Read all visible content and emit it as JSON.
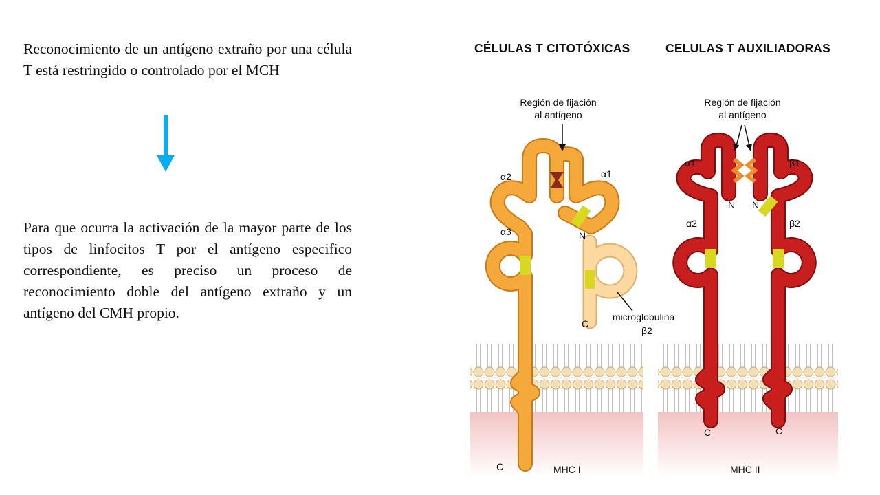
{
  "slide": {
    "paragraph_1": "Reconocimiento de un antígeno extraño por una célula T está restringido o controlado por el MCH",
    "paragraph_2": "Para que ocurra la activación de la mayor parte de los tipos de linfocitos T por el antígeno especifico correspondiente, es preciso un proceso de reconocimiento doble del antígeno extraño y un antígeno del CMH propio.",
    "title_left": "CÉLULAS T CITOTÓXICAS",
    "title_right": "CELULAS T AUXILIADORAS"
  },
  "figure": {
    "binding_region_left": [
      "Región de fijación",
      "al antígeno"
    ],
    "binding_region_right": [
      "Región de fijación",
      "al antígeno"
    ],
    "mhc1": {
      "alpha1": "α1",
      "alpha2": "α2",
      "alpha3": "α3",
      "n_label": "N",
      "c_label_chain": "C",
      "c_label_micro": "C",
      "microglobulin": "microglobulina",
      "beta2": "β2",
      "caption": "MHC I"
    },
    "mhc2": {
      "alpha1": "α1",
      "alpha2": "α2",
      "beta1": "β1",
      "beta2": "β2",
      "n_left": "N",
      "n_right": "N",
      "c_left": "C",
      "c_right": "C",
      "caption": "MHC II"
    }
  },
  "colors": {
    "arrow": "#00b0f0",
    "mhc1_chain": "#f5a93a",
    "mhc1_edge": "#c97a16",
    "microglobulin": "#fbd9a0",
    "mhc2_chain": "#c81e1e",
    "mhc2_edge": "#7e0f0f",
    "disulfide": "#d8d820",
    "membrane_head": "#f3dfb8",
    "cytoplasm": "#f4c4c4"
  }
}
